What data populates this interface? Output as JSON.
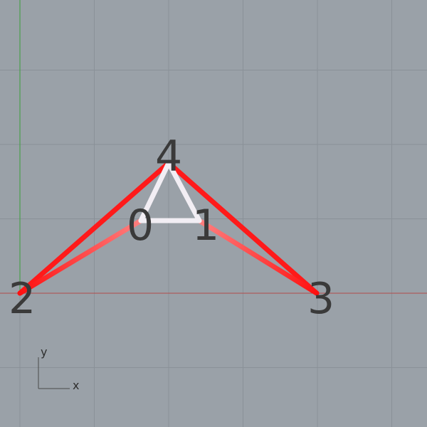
{
  "viewport": {
    "background": "#9aa1a8",
    "grid_color": "#8a9198",
    "x_axis_color": "#b24a4a",
    "y_axis_color": "#3aa03a"
  },
  "vertex_labels": {
    "v0": "0",
    "v1": "1",
    "v2": "2",
    "v3": "3",
    "v4": "4"
  },
  "axis_widget": {
    "x_label": "x",
    "y_label": "y"
  },
  "edges": {
    "outer_color": "#ff1a1a",
    "inner_color": "#f2eef4"
  }
}
